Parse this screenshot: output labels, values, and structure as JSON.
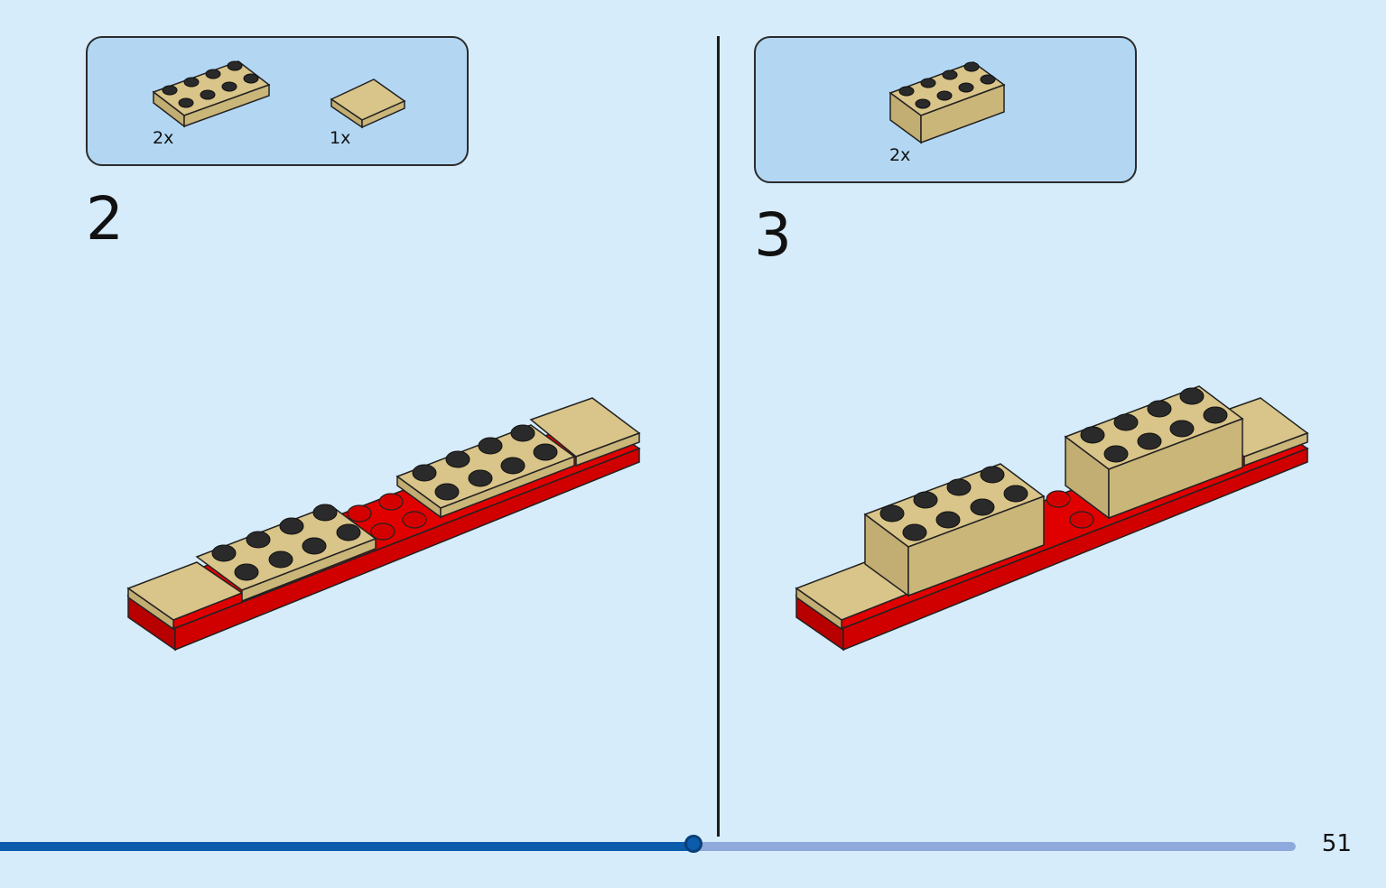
{
  "steps": [
    {
      "number": "2",
      "parts": [
        {
          "qty": "2x",
          "part": "tan-plate-2x4"
        },
        {
          "qty": "1x",
          "part": "tan-tile-2x2"
        }
      ]
    },
    {
      "number": "3",
      "parts": [
        {
          "qty": "2x",
          "part": "tan-brick-2x4"
        }
      ]
    }
  ],
  "progress": {
    "value": 0.535
  },
  "page_number": "51",
  "colors": {
    "background": "#d6ecfb",
    "parts_box": "#b3d7f3",
    "tan": "#d9c489",
    "red": "#e00000",
    "progress_fill": "#0b5cab",
    "progress_track": "#8fa9dc"
  }
}
